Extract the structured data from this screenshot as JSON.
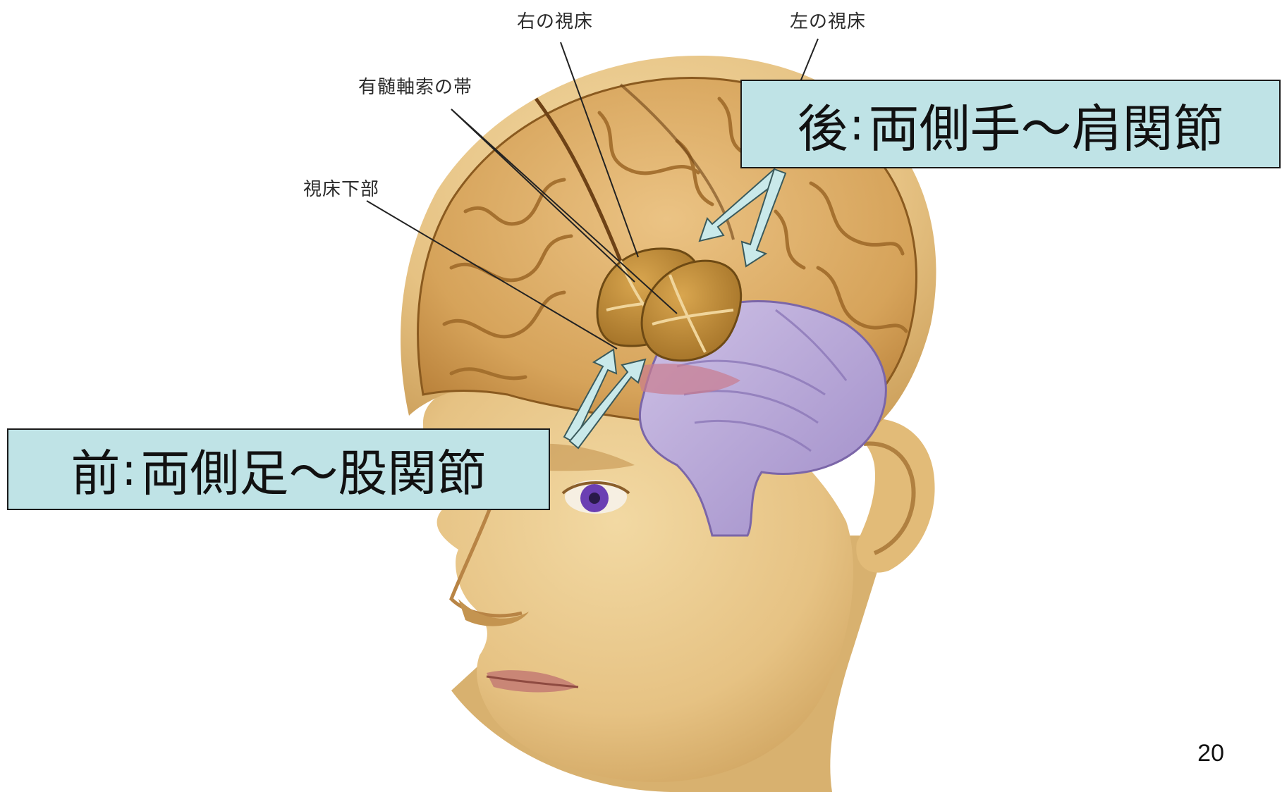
{
  "labels": {
    "right_thalamus": "右の視床",
    "left_thalamus": "左の視床",
    "myelinated_band": "有髄軸索の帯",
    "hypothalamus": "視床下部"
  },
  "callouts": {
    "posterior": {
      "prefix": "後",
      "separator": ":",
      "text": "両側手～肩関節"
    },
    "anterior": {
      "prefix": "前",
      "separator": ":",
      "text": "両側足～股関節"
    }
  },
  "slide": {
    "page_number": "20"
  },
  "colors": {
    "callout_fill": "#bfe3e6",
    "arrow_fill": "#c9e9ea",
    "brain": "#d9a85a",
    "skin": "#e9c98a",
    "thalamus": "#b9862f",
    "brainstem": "#b7a6d6",
    "eye": "#6b3fb3"
  }
}
